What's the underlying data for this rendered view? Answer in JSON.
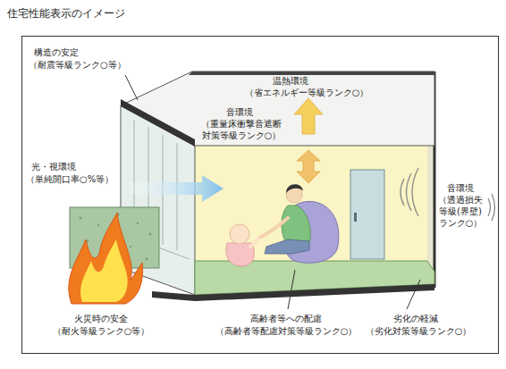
{
  "diagram": {
    "title": "住宅性能表示のイメージ",
    "labels": [
      "構造の安定",
      "（耐震等級ランク○等）",
      "温熱環境",
      "（省エネルギー等級ランク○）",
      "音環境",
      "（重量床衝撃音遮断",
      "対策等級ランク○）",
      "光・視環境",
      "（単純開口率○%等）",
      "音環境",
      "（透過損失",
      "等級(界壁)",
      "ランク○）",
      "火災時の安全",
      "（耐火等級ランク○等）",
      "高齢者等への配慮",
      "（高齢者等配慮対策等級ランク○）",
      "劣化の軽減",
      "（劣化対策等級ランク○）"
    ]
  }
}
